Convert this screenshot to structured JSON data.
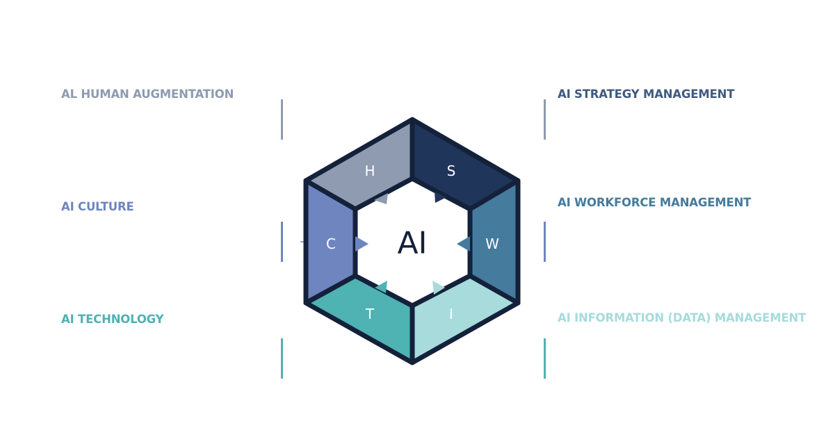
{
  "labels": {
    "human": "AL HUMAN AUGMENTATION",
    "culture": "AI CULTURE",
    "technology": "AI TECHNOLOGY",
    "strategy": "AI STRATEGY MANAGEMENT",
    "workforce": "AI WORKFORCE MANAGEMENT",
    "information": "AI INFORMATION (DATA) MANAGEMENT"
  },
  "hexagon": {
    "center": "AI",
    "segments": {
      "h": "H",
      "s": "S",
      "w": "W",
      "i": "I",
      "t": "T",
      "c": "C"
    }
  },
  "colors": {
    "human": "#8e9bb0",
    "culture": "#6e85c0",
    "technology": "#4fb2b3",
    "strategy": "#1f355a",
    "workforce": "#457b9d",
    "information": "#a7dbdc",
    "outline": "#14213a"
  }
}
